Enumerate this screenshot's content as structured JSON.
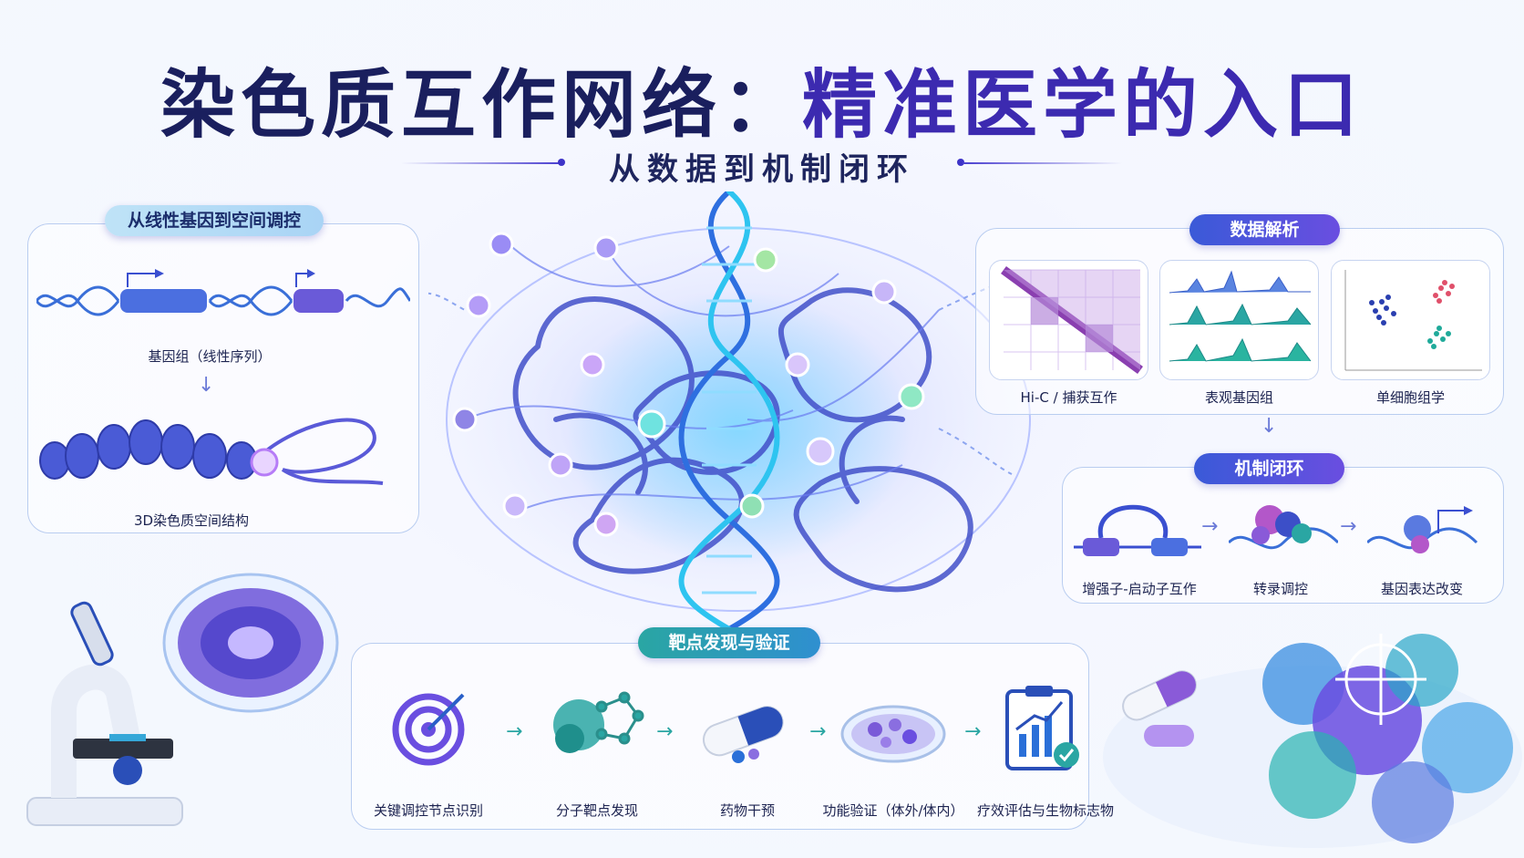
{
  "title": {
    "main": "染色质互作网络：",
    "accent": "精准医学的入口"
  },
  "subtitle": "从数据到机制闭环",
  "left_panel": {
    "header": "从线性基因到空间调控",
    "genome_caption": "基因组（线性序列）",
    "structure_caption": "3D染色质空间结构"
  },
  "data_panel": {
    "header": "数据解析",
    "items": [
      {
        "label": "Hi-C / 捕获互作"
      },
      {
        "label": "表观基因组"
      },
      {
        "label": "单细胞组学"
      }
    ]
  },
  "mechanism_panel": {
    "header": "机制闭环",
    "items": [
      {
        "label": "增强子-启动子互作"
      },
      {
        "label": "转录调控"
      },
      {
        "label": "基因表达改变"
      }
    ]
  },
  "target_panel": {
    "header": "靶点发现与验证",
    "items": [
      {
        "label": "关键调控节点识别",
        "icon": "target-icon"
      },
      {
        "label": "分子靶点发现",
        "icon": "molecule-icon"
      },
      {
        "label": "药物干预",
        "icon": "capsule-icon"
      },
      {
        "label": "功能验证（体外/体内）",
        "icon": "petri-dish-icon"
      },
      {
        "label": "疗效评估与生物标志物",
        "icon": "report-chart-icon"
      }
    ]
  },
  "colors": {
    "navy": "#1a1f5e",
    "purple": "#3c2ab0",
    "blue": "#3f5fd8",
    "teal": "#2aa6a3"
  }
}
